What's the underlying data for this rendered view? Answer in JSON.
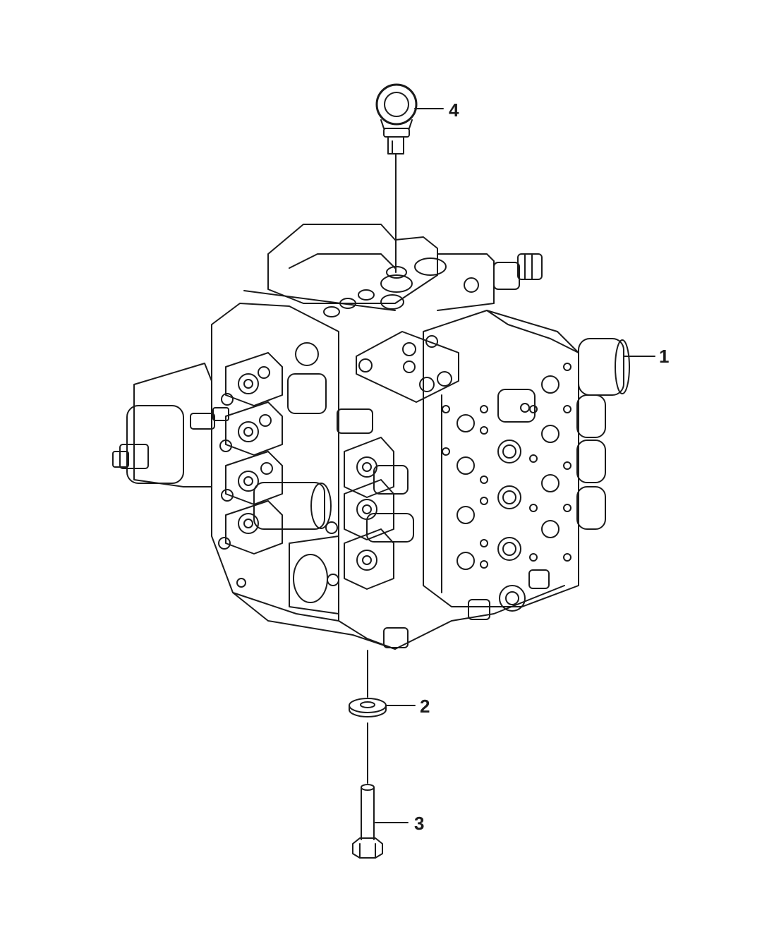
{
  "diagram": {
    "style": "exploded-parts-view",
    "line_color": "#1a1a1a",
    "background": "#ffffff",
    "callouts": [
      {
        "id": "1",
        "text": "1",
        "icon": "control-valve-block"
      },
      {
        "id": "2",
        "text": "2",
        "icon": "flat-washer"
      },
      {
        "id": "3",
        "text": "3",
        "icon": "hex-bolt"
      },
      {
        "id": "4",
        "text": "4",
        "icon": "lifting-eye-bolt"
      }
    ]
  }
}
